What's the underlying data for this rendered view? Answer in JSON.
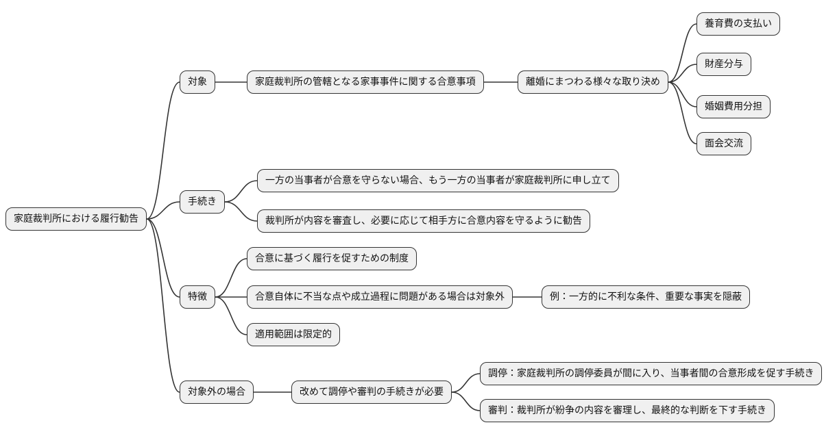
{
  "mindmap": {
    "type": "mindmap",
    "style": {
      "background": "#ffffff",
      "node_fill": "#f0f0f0",
      "node_border": "#333333",
      "link_color": "#333333",
      "text_color": "#111111"
    },
    "root": {
      "label": "家庭裁判所における履行勧告",
      "children": [
        {
          "label": "対象",
          "children": [
            {
              "label": "家庭裁判所の管轄となる家事事件に関する合意事項",
              "children": [
                {
                  "label": "離婚にまつわる様々な取り決め",
                  "children": [
                    {
                      "label": "養育費の支払い"
                    },
                    {
                      "label": "財産分与"
                    },
                    {
                      "label": "婚姻費用分担"
                    },
                    {
                      "label": "面会交流"
                    }
                  ]
                }
              ]
            }
          ]
        },
        {
          "label": "手続き",
          "children": [
            {
              "label": "一方の当事者が合意を守らない場合、もう一方の当事者が家庭裁判所に申し立て"
            },
            {
              "label": "裁判所が内容を審査し、必要に応じて相手方に合意内容を守るように勧告"
            }
          ]
        },
        {
          "label": "特徴",
          "children": [
            {
              "label": "合意に基づく履行を促すための制度"
            },
            {
              "label": "合意自体に不当な点や成立過程に問題がある場合は対象外",
              "children": [
                {
                  "label": "例：一方的に不利な条件、重要な事実を隠蔽"
                }
              ]
            },
            {
              "label": "適用範囲は限定的"
            }
          ]
        },
        {
          "label": "対象外の場合",
          "children": [
            {
              "label": "改めて調停や審判の手続きが必要",
              "children": [
                {
                  "label": "調停：家庭裁判所の調停委員が間に入り、当事者間の合意形成を促す手続き"
                },
                {
                  "label": "審判：裁判所が紛争の内容を審理し、最終的な判断を下す手続き"
                }
              ]
            }
          ]
        }
      ]
    }
  }
}
